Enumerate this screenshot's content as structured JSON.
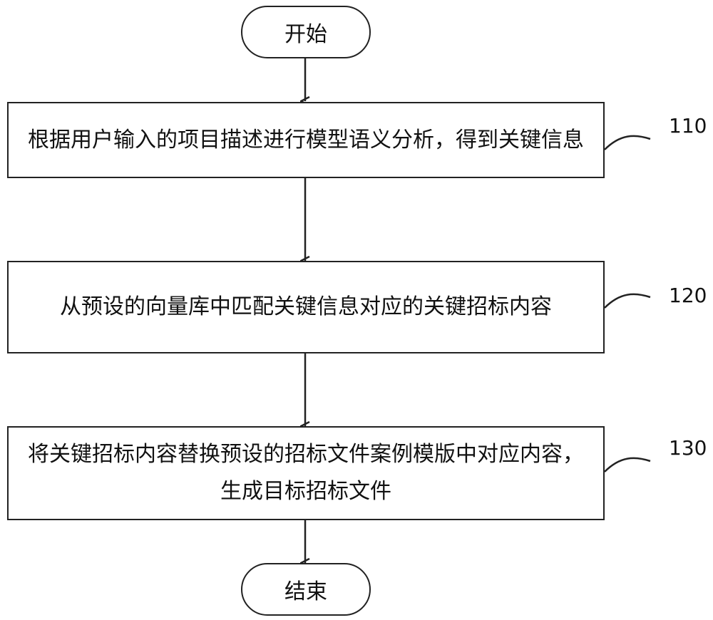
{
  "start": {
    "label": "开始"
  },
  "end": {
    "label": "结束"
  },
  "steps": [
    {
      "id": "110",
      "text": "根据用户输入的项目描述进行模型语义分析，得到关键信息"
    },
    {
      "id": "120",
      "text": "从预设的向量库中匹配关键信息对应的关键招标内容"
    },
    {
      "id": "130",
      "text": "将关键招标内容替换预设的招标文件案例模版中对应内容，生成目标招标文件"
    }
  ]
}
